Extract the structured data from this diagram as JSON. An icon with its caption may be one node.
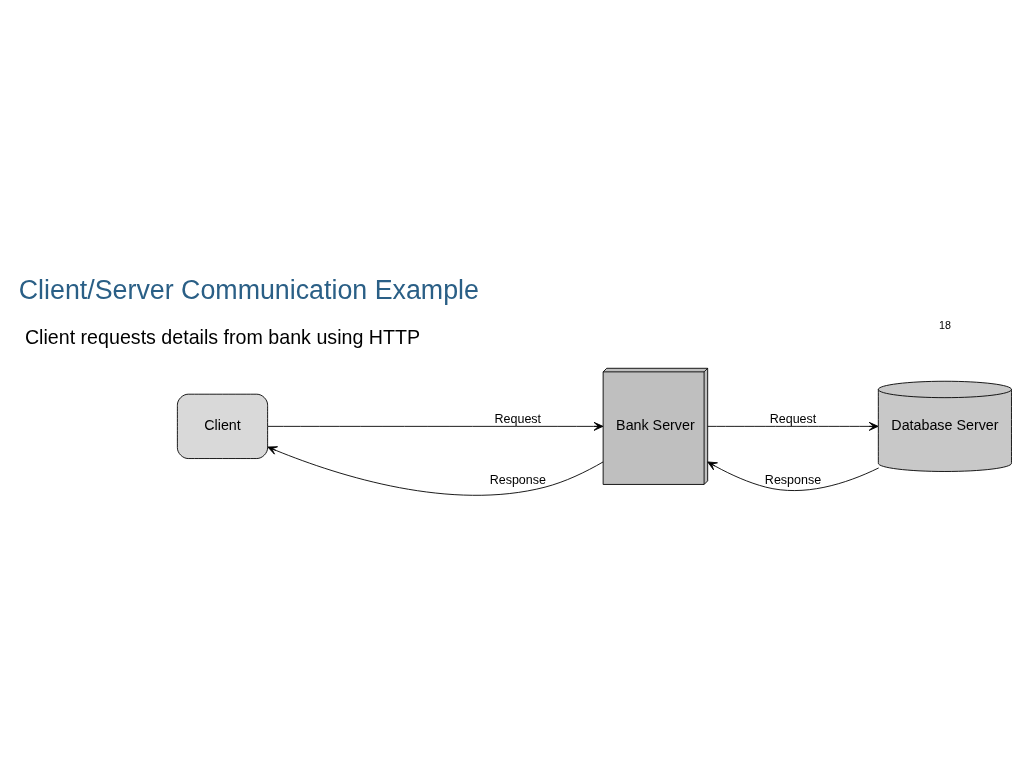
{
  "diagram": {
    "title": "Client/Server Communication Example",
    "nodes": [
      {
        "text": [
          "Client"
        ]
      },
      {
        "text": [
          "Bank Server"
        ]
      },
      {
        "text": [
          "Database Server"
        ]
      }
    ],
    "edges": [
      {
        "from": 1,
        "to": 0,
        "arrow": "to",
        "label": "Response"
      },
      {
        "from": 0,
        "to": 1,
        "arrow": "to",
        "label": "Request"
      },
      {
        "from": 2,
        "to": 1,
        "arrow": "to",
        "label": "Response"
      },
      {
        "from": 1,
        "to": 2,
        "arrow": "to",
        "label": "Request"
      }
    ],
    "labels": [
      "Client requests details from bank using HTTP",
      "18"
    ]
  }
}
